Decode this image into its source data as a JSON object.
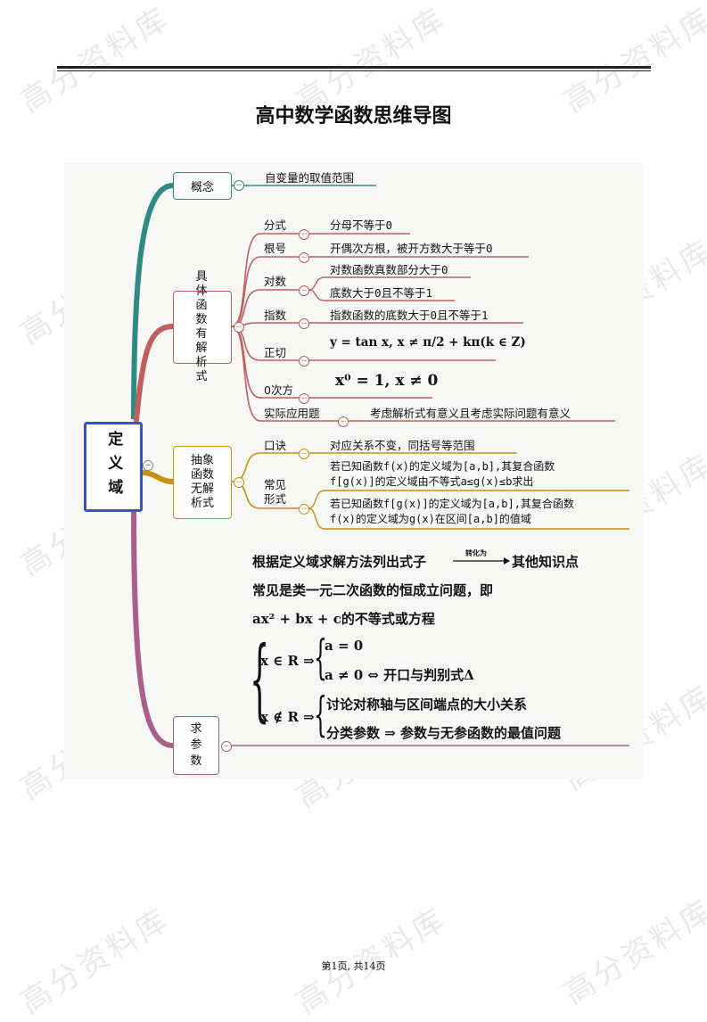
{
  "header": {
    "title": "高中数学函数思维导图"
  },
  "watermark": {
    "text": "高分资料库"
  },
  "root": {
    "label": "定义域"
  },
  "branch_concept": {
    "label": "概念",
    "leaf": "自变量的取值范围"
  },
  "branch_explicit": {
    "label": "具体函数有解析式",
    "items": [
      {
        "label": "分式",
        "leaves": [
          "分母不等于0"
        ]
      },
      {
        "label": "根号",
        "leaves": [
          "开偶次方根，被开方数大于等于0"
        ]
      },
      {
        "label": "对数",
        "leaves": [
          "对数函数真数部分大于0",
          "底数大于0且不等于1"
        ]
      },
      {
        "label": "指数",
        "leaves": [
          "指数函数的底数大于0且不等于1"
        ]
      },
      {
        "label": "正切",
        "leaves": [
          "y = tan x, x ≠ π/2 + kπ(k ∈ Z)"
        ]
      },
      {
        "label": "0次方",
        "leaves": [
          "x⁰ = 1, x ≠ 0"
        ]
      },
      {
        "label": "实际应用题",
        "leaves": [
          "考虑解析式有意义且考虑实际问题有意义"
        ]
      }
    ]
  },
  "branch_abstract": {
    "label": "抽象函数无解析式",
    "items": [
      {
        "label": "口诀",
        "leaves": [
          "对应关系不变，同括号等范围"
        ]
      },
      {
        "label": "常见形式",
        "leaves": [
          "若已知函数f(x)的定义域为[a,b],其复合函数",
          "f[g(x)]的定义域由不等式a≤g(x)≤b求出",
          "若已知函数f[g(x)]的定义域为[a,b],其复合函数",
          "f(x)的定义域为g(x)在区间[a,b]的值域"
        ]
      }
    ]
  },
  "branch_param": {
    "label": "求参数",
    "line1": "根据定义域求解方法列出式子",
    "arrow_label": "转化为",
    "line1_end": "其他知识点",
    "line2": "常见是类一元二次函数的恒成立问题，即",
    "line3": "ax² + bx + c的不等式或方程",
    "case1": "x ∈ R ⇒",
    "case1_a": "a = 0",
    "case1_b": "a ≠ 0 ⇔ 开口与判别式Δ",
    "case2": "x ∉ R ⇒",
    "case2_a": "讨论对称轴与区间端点的大小关系",
    "case2_b": "分类参数 ⇒ 参数与无参函数的最值问题"
  },
  "footer": {
    "page": "第1页, 共14页"
  },
  "colors": {
    "teal": "#2e8b80",
    "red": "#c0605e",
    "gold": "#c8910e",
    "purple": "#a8608a",
    "root_border": "#3a52c4"
  }
}
